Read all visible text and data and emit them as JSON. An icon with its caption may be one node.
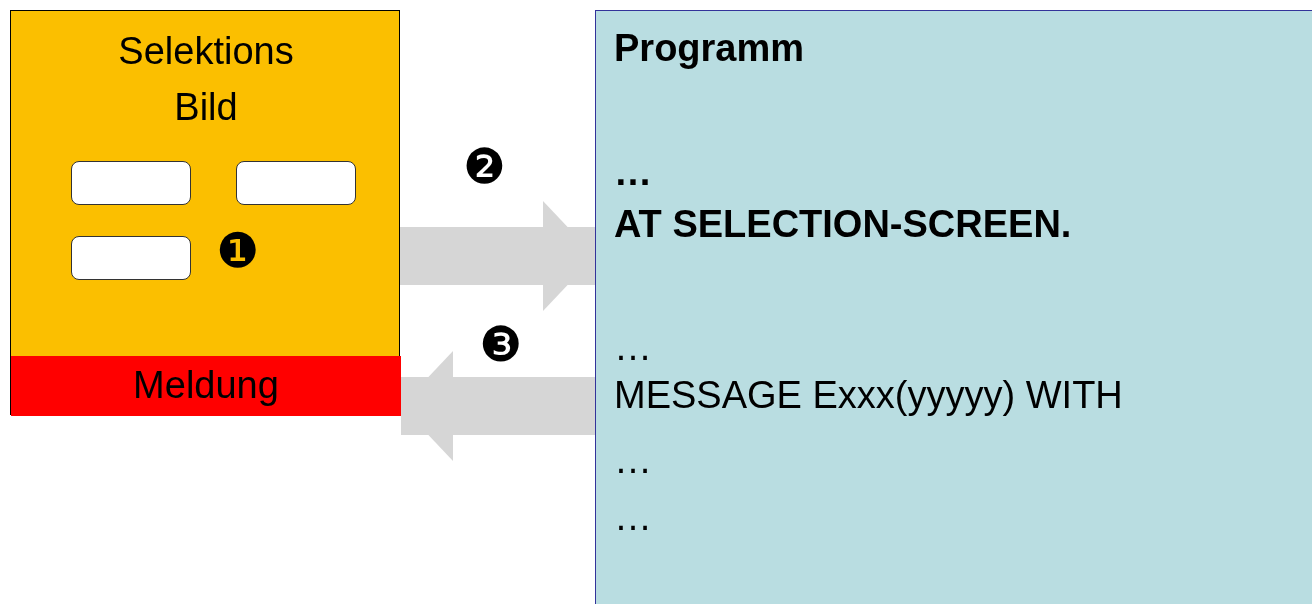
{
  "diagram": {
    "nodes": [
      {
        "text": [
          "Selektions Bild"
        ]
      },
      {
        "text": [],
        "shape": "box",
        "in": 0
      },
      {
        "text": [],
        "shape": "box",
        "in": 0
      },
      {
        "text": [],
        "shape": "box",
        "in": 0
      },
      {
        "text": [
          "Meldung"
        ],
        "in": 0
      },
      {
        "text": [
          "Programm",
          "…",
          "AT SELECTION-SCREEN.",
          "…",
          "MESSAGE Exxx(yyyyy) WITH",
          "…",
          "…"
        ]
      }
    ],
    "edges": [
      {
        "from": 0,
        "to": 5,
        "arrow": "to",
        "label": "❷"
      },
      {
        "from": 5,
        "to": 4,
        "arrow": "to",
        "label": "❸"
      }
    ],
    "labels": [
      "❶"
    ]
  }
}
